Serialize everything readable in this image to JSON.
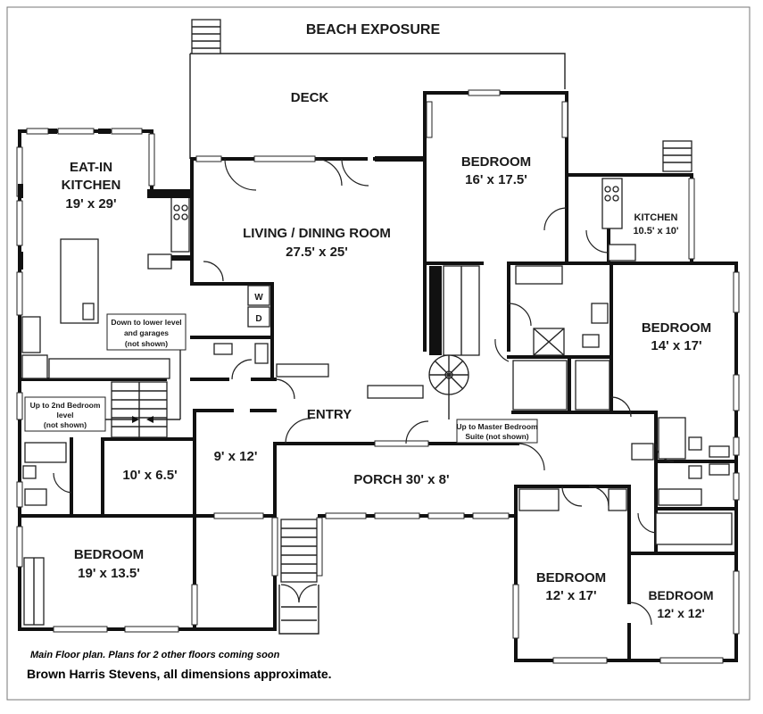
{
  "title": "BEACH EXPOSURE",
  "rooms": {
    "deck": "DECK",
    "eat_in_kitchen_line1": "EAT-IN",
    "eat_in_kitchen_line2": "KITCHEN",
    "eat_in_kitchen_dims": "19' x 29'",
    "living_dining": "LIVING / DINING ROOM",
    "living_dining_dims": "27.5' x 25'",
    "bedroom_top": "BEDROOM",
    "bedroom_top_dims": "16' x 17.5'",
    "kitchen2": "KITCHEN",
    "kitchen2_dims": "10.5' x 10'",
    "bedroom_right": "BEDROOM",
    "bedroom_right_dims": "14' x 17'",
    "entry": "ENTRY",
    "room_10x65": "10' x 6.5'",
    "room_9x12": "9' x 12'",
    "porch": "PORCH 30' x 8'",
    "bedroom_left": "BEDROOM",
    "bedroom_left_dims": "19' x 13.5'",
    "bedroom_mid": "BEDROOM",
    "bedroom_mid_dims": "12' x 17'",
    "bedroom_small": "BEDROOM",
    "bedroom_small_dims": "12' x 12'",
    "washer": "W",
    "dryer": "D"
  },
  "callouts": {
    "lower_level": [
      "Down to lower level",
      "and garages",
      "(not shown)"
    ],
    "second_bedroom": [
      "Up to 2nd Bedroom",
      "level",
      "(not shown)"
    ],
    "master_suite": [
      "Up to Master Bedroom",
      "Suite (not shown)"
    ]
  },
  "footer": {
    "note": "Main Floor plan. Plans for 2 other floors coming soon",
    "credit": "Brown Harris Stevens, all dimensions approximate."
  }
}
